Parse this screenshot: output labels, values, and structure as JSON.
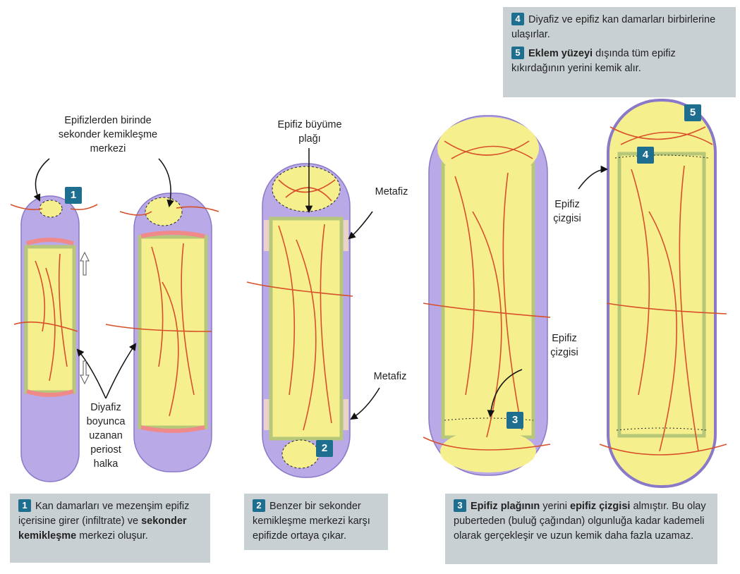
{
  "colors": {
    "cartilage": "#b9a9e6",
    "bone": "#f6ef8e",
    "vessel": "#d8502a",
    "periost": "#c9dea0",
    "marker": "#1e6f8f",
    "box": "#c9d0d4"
  },
  "labels": {
    "secondary_center": [
      "Epifizlerden birinde",
      "sekonder kemikleşme",
      "merkezi"
    ],
    "growth_plate": [
      "Epifiz büyüme",
      "plağı"
    ],
    "metaphysis_top": "Metafiz",
    "metaphysis_bottom": "Metafiz",
    "periost_ring": [
      "Diyafiz",
      "boyunca",
      "uzanan",
      "periost",
      "halka"
    ],
    "epiphyseal_line_a": [
      "Epifiz",
      "çizgisi"
    ],
    "epiphyseal_line_b": [
      "Epifiz",
      "çizgisi"
    ]
  },
  "markers": [
    "1",
    "2",
    "3",
    "4",
    "5"
  ],
  "steps": [
    {
      "num": "1",
      "pre": "Kan damarları ve mezenşim epifiz içerisine girer (infiltrate) ve ",
      "bold": "sekonder kemikleşme",
      "post": " merkezi oluşur."
    },
    {
      "num": "2",
      "pre": "Benzer bir sekonder kemikleşme merkezi karşı epifizde ortaya çıkar.",
      "bold": "",
      "post": ""
    },
    {
      "num": "3",
      "pre": "",
      "bold": "Epifiz plağının",
      "mid": " yerini ",
      "bold2": "epifiz çizgisi",
      "post": " almıştır. Bu olay puberteden (buluğ çağından) olgunluğa kadar kademeli olarak gerçekleşir ve uzun kemik daha fazla uzamaz."
    },
    {
      "num": "4",
      "pre": "Diyafiz ve epifiz kan damarları birbirlerine ulaşırlar.",
      "bold": "",
      "post": ""
    },
    {
      "num": "5",
      "pre": "",
      "bold": "Eklem yüzeyi",
      "post": " dışında tüm epifiz kıkırdağının yerini kemik alır."
    }
  ]
}
